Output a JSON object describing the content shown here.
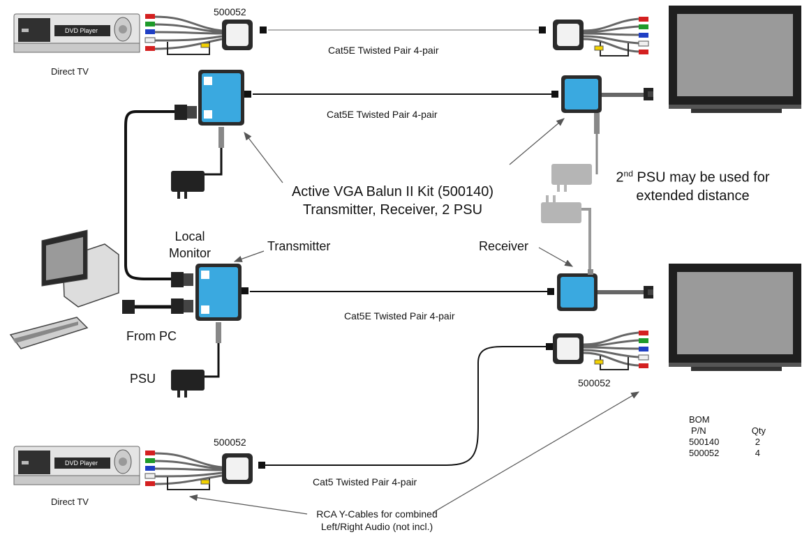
{
  "devices": {
    "dvd_top_label": "DVD Player",
    "dvd_top_caption": "Direct TV",
    "dvd_bottom_label": "DVD Player",
    "dvd_bottom_caption": "Direct TV"
  },
  "part_labels": {
    "top_balun": "500052",
    "mid_balun": "500052",
    "bottom_balun": "500052"
  },
  "cables": {
    "row1": "Cat5E Twisted Pair 4-pair",
    "row2": "Cat5E Twisted Pair 4-pair",
    "row3": "Cat5E Twisted Pair 4-pair",
    "row4": "Cat5 Twisted Pair 4-pair"
  },
  "callouts": {
    "kit_line1": "Active VGA Balun II Kit (500140)",
    "kit_line2": "Transmitter, Receiver, 2 PSU",
    "psu_note_prefix": "2",
    "psu_note_sup": "nd",
    "psu_note_line1": " PSU may be used for",
    "psu_note_line2": "extended distance",
    "local_monitor_line1": "Local",
    "local_monitor_line2": "Monitor",
    "transmitter": "Transmitter",
    "receiver": "Receiver",
    "from_pc": "From PC",
    "psu": "PSU",
    "rca_line1": "RCA Y-Cables for combined",
    "rca_line2": "Left/Right Audio (not incl.)"
  },
  "bom": {
    "title": "BOM",
    "col_pn": "P/N",
    "col_qty": "Qty",
    "rows": [
      {
        "pn": "500140",
        "qty": "2"
      },
      {
        "pn": "500052",
        "qty": "4"
      }
    ]
  },
  "colors": {
    "balun_blue": "#3aa9e0",
    "rca_red": "#d42020",
    "rca_green": "#1e9a2a",
    "rca_blue": "#1f3fc4",
    "rca_white": "#f0f0f0",
    "rca_yellow": "#f2d100",
    "psu_gray": "#b5b5b5",
    "screen_gray": "#9a9a9a"
  }
}
